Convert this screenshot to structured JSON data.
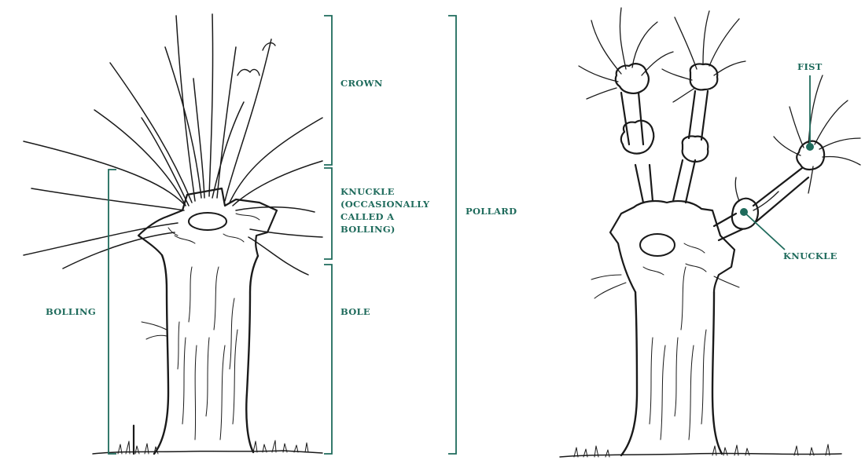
{
  "accent": "#1f6b5c",
  "ink": "#1a1a1a",
  "left_tree": {
    "labels": {
      "crown": "CROWN",
      "knuckle_line1": "KNUCKLE",
      "knuckle_line2": "(OCCASIONALLY",
      "knuckle_line3": "CALLED A",
      "knuckle_line4": "BOLLING)",
      "pollard": "POLLARD",
      "bolling": "BOLLING",
      "bole": "BOLE"
    }
  },
  "right_tree": {
    "labels": {
      "fist": "FIST",
      "knuckle": "KNUCKLE"
    }
  }
}
